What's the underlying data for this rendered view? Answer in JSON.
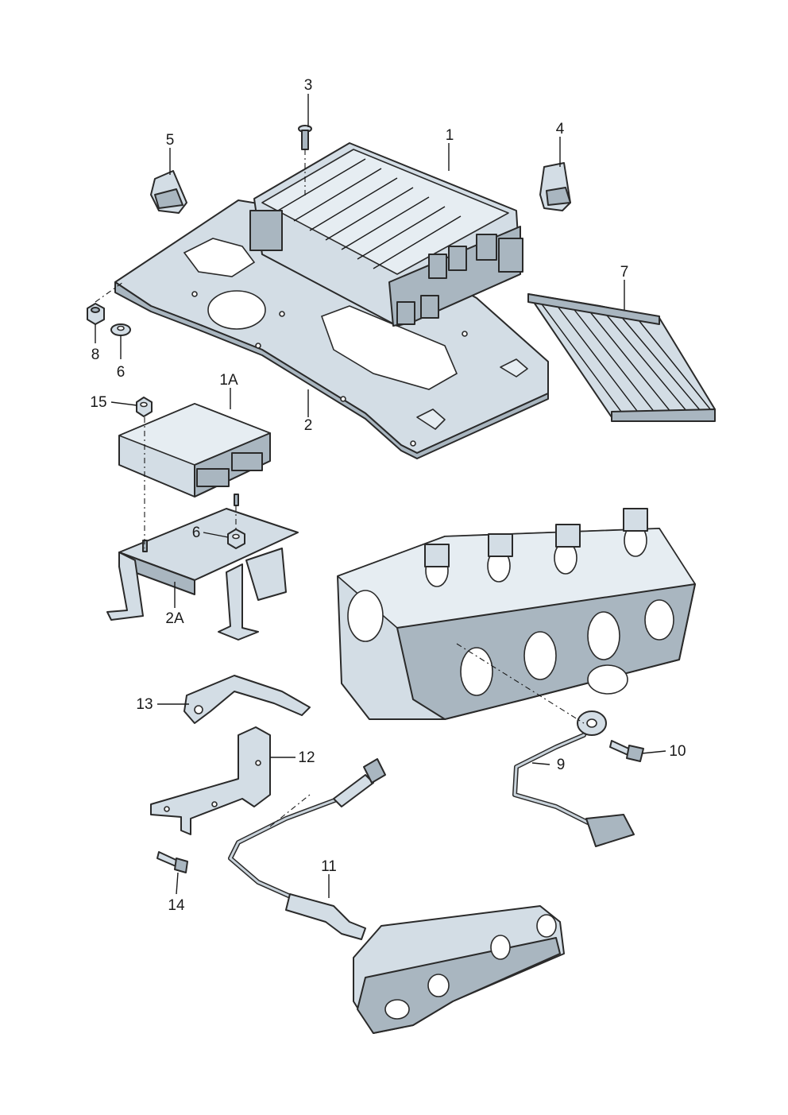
{
  "callouts": [
    {
      "id": "c1",
      "text": "1"
    },
    {
      "id": "c2",
      "text": "2"
    },
    {
      "id": "c3",
      "text": "3"
    },
    {
      "id": "c4",
      "text": "4"
    },
    {
      "id": "c5",
      "text": "5"
    },
    {
      "id": "c6a",
      "text": "6"
    },
    {
      "id": "c7",
      "text": "7"
    },
    {
      "id": "c8",
      "text": "8"
    },
    {
      "id": "c1A",
      "text": "1A"
    },
    {
      "id": "c15",
      "text": "15"
    },
    {
      "id": "c6b",
      "text": "6"
    },
    {
      "id": "c2A",
      "text": "2A"
    },
    {
      "id": "c13",
      "text": "13"
    },
    {
      "id": "c12",
      "text": "12"
    },
    {
      "id": "c9",
      "text": "9"
    },
    {
      "id": "c10",
      "text": "10"
    },
    {
      "id": "c11",
      "text": "11"
    },
    {
      "id": "c14",
      "text": "14"
    }
  ]
}
